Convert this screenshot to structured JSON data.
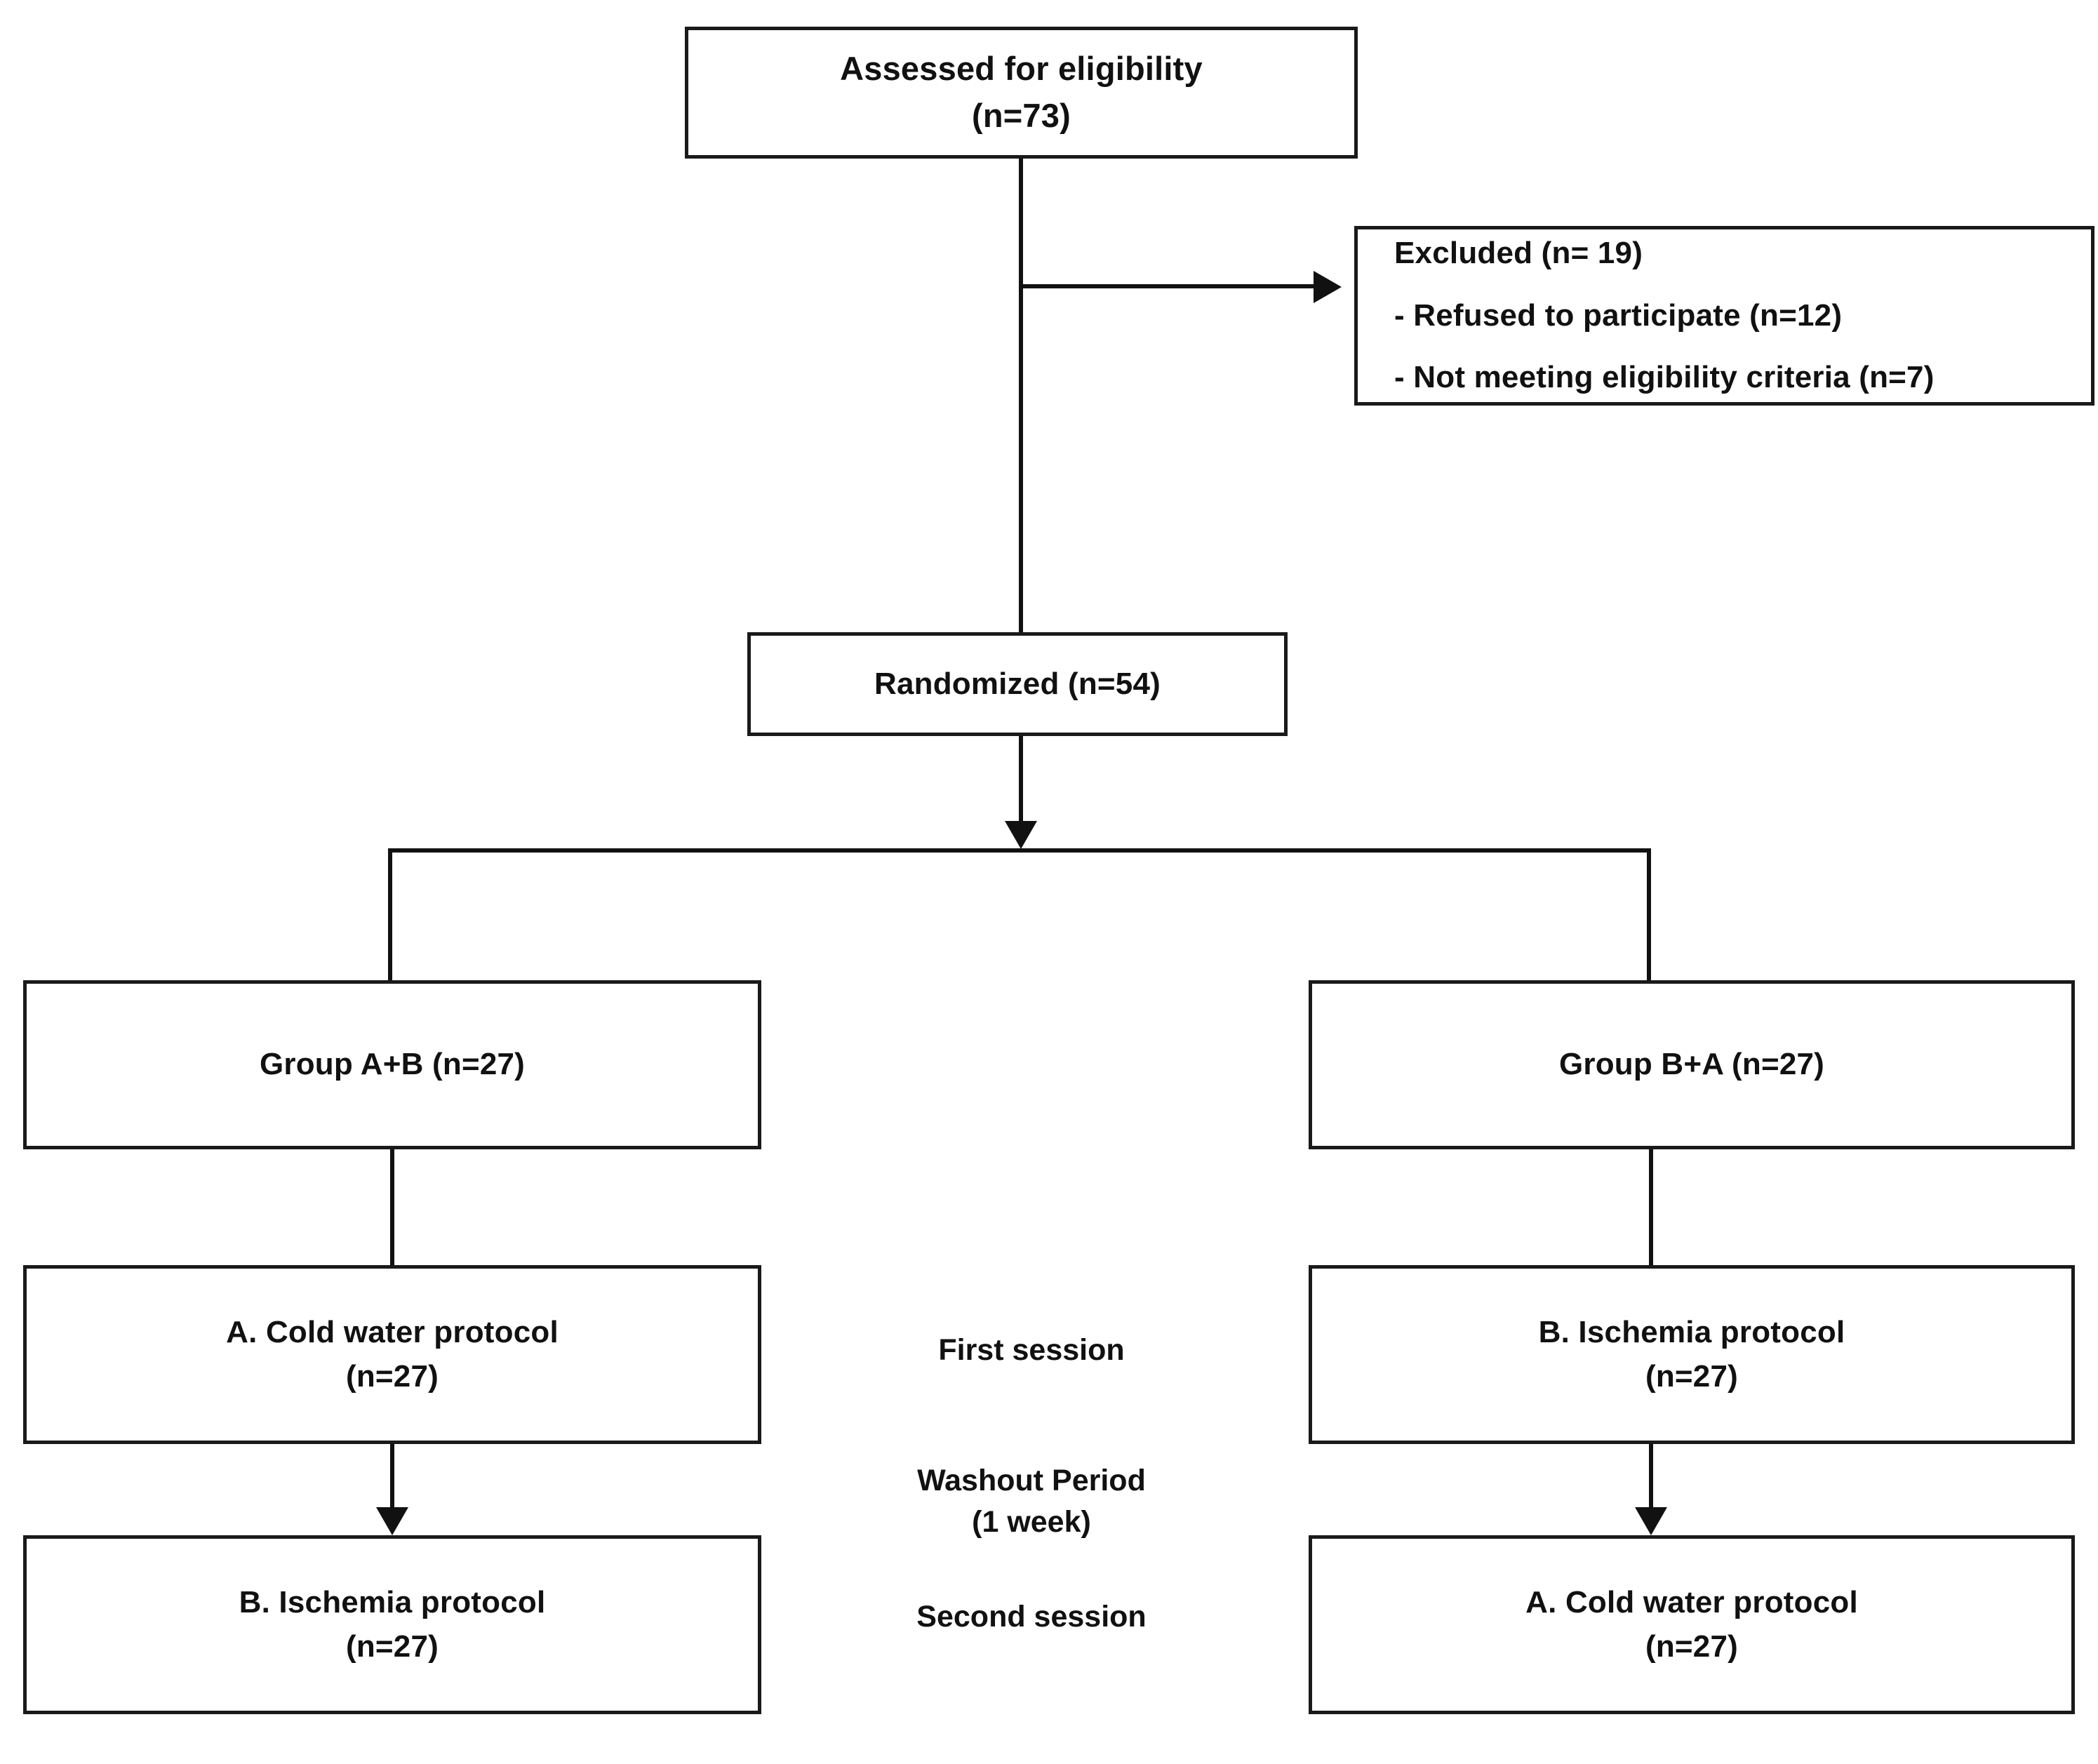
{
  "diagram": {
    "title": "CONSORT participant flow diagram",
    "type": "flowchart",
    "colors": {
      "background": "#ffffff",
      "stroke": "#1a1a1a",
      "text": "#111111"
    },
    "boxes": {
      "assessed": {
        "line1": "Assessed for eligibility",
        "line2": "(n=73)"
      },
      "excluded": {
        "line1": "Excluded (n= 19)",
        "line2": "- Refused to participate (n=12)",
        "line3": "- Not meeting eligibility criteria (n=7)"
      },
      "randomized": {
        "line1": "Randomized (n=54)"
      },
      "group_left": {
        "line1": "Group A+B (n=27)"
      },
      "group_right": {
        "line1": "Group B+A (n=27)"
      },
      "left_first": {
        "line1": "A. Cold water protocol",
        "line2": "(n=27)"
      },
      "right_first": {
        "line1": "B. Ischemia protocol",
        "line2": "(n=27)"
      },
      "left_second": {
        "line1": "B. Ischemia protocol",
        "line2": "(n=27)"
      },
      "right_second": {
        "line1": "A. Cold water protocol",
        "line2": "(n=27)"
      }
    },
    "center_labels": {
      "first_session": "First session",
      "washout_line1": "Washout Period",
      "washout_line2": "(1 week)",
      "second_session": "Second session"
    }
  }
}
